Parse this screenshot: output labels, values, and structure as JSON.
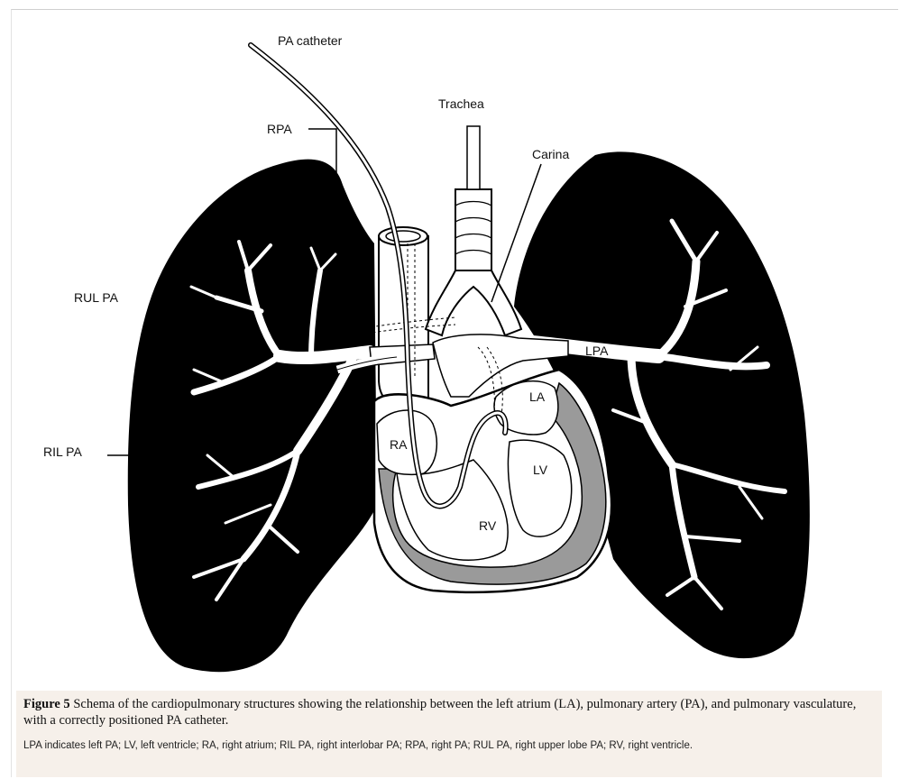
{
  "labels": {
    "pa_catheter": "PA catheter",
    "trachea": "Trachea",
    "rpa": "RPA",
    "carina": "Carina",
    "rul_pa": "RUL PA",
    "lpa": "LPA",
    "la": "LA",
    "ril_pa": "RIL PA",
    "ra": "RA",
    "lv": "LV",
    "rv": "RV"
  },
  "caption": {
    "figure_label": "Figure 5",
    "text": "Schema of the cardiopulmonary structures showing the relationship between the left atrium (LA), pulmonary artery (PA), and pulmonary vasculature, with a correctly positioned PA catheter.",
    "legend": "LPA indicates left PA; LV, left ventricle; RA, right atrium; RIL PA, right interlobar PA; RPA, right PA; RUL PA, right upper lobe PA; RV, right ventricle."
  },
  "colors": {
    "lung": "#000000",
    "vessel": "#ffffff",
    "myocardium": "#9a9a9a",
    "caption_bg": "#f6f0ea"
  }
}
